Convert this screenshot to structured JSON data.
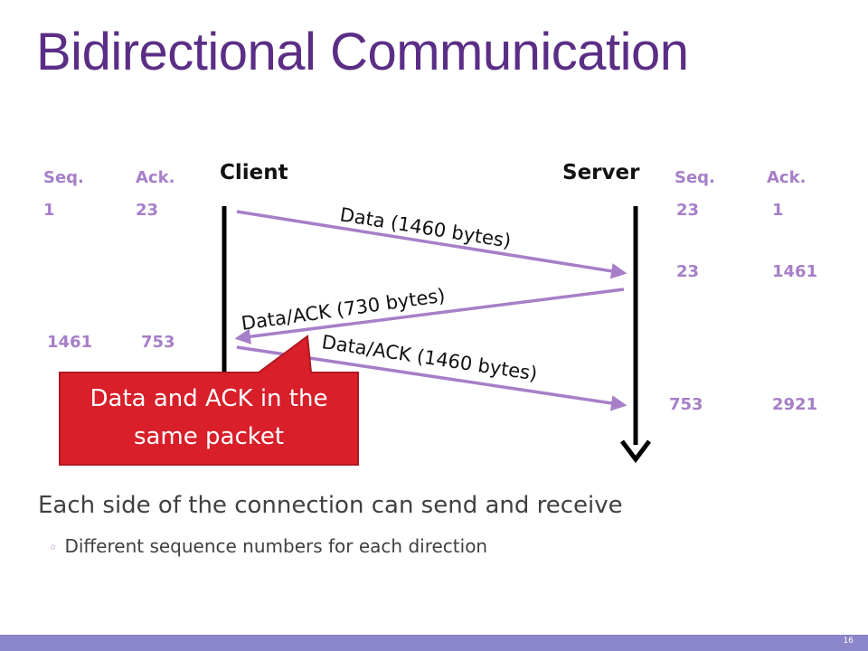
{
  "title": "Bidirectional Communication",
  "client_table": {
    "seq_header": "Seq.",
    "ack_header": "Ack.",
    "rows": [
      {
        "seq": "1",
        "ack": "23"
      },
      {
        "seq": "1461",
        "ack": "753"
      }
    ]
  },
  "server_table": {
    "seq_header": "Seq.",
    "ack_header": "Ack.",
    "rows": [
      {
        "seq": "23",
        "ack": "1"
      },
      {
        "seq": "23",
        "ack": "1461"
      },
      {
        "seq": "753",
        "ack": "2921"
      }
    ]
  },
  "actors": {
    "client": "Client",
    "server": "Server"
  },
  "messages": [
    {
      "label": "Data (1460 bytes)",
      "direction": "client-to-server"
    },
    {
      "label": "Data/ACK (730 bytes)",
      "direction": "server-to-client"
    },
    {
      "label": "Data/ACK (1460 bytes)",
      "direction": "client-to-server"
    }
  ],
  "callout": {
    "line1": "Data and ACK in the",
    "line2": "same packet"
  },
  "bullets": {
    "main": "Each side of the connection can send and receive",
    "sub": "Different sequence numbers for each direction"
  },
  "page_number": "16",
  "colors": {
    "title": "#5b2e86",
    "numbers": "#a67fc8",
    "arrow": "#a67fc8",
    "callout_fill": "#d81f2a",
    "callout_border": "#b01820",
    "footer": "#8b85c9"
  }
}
